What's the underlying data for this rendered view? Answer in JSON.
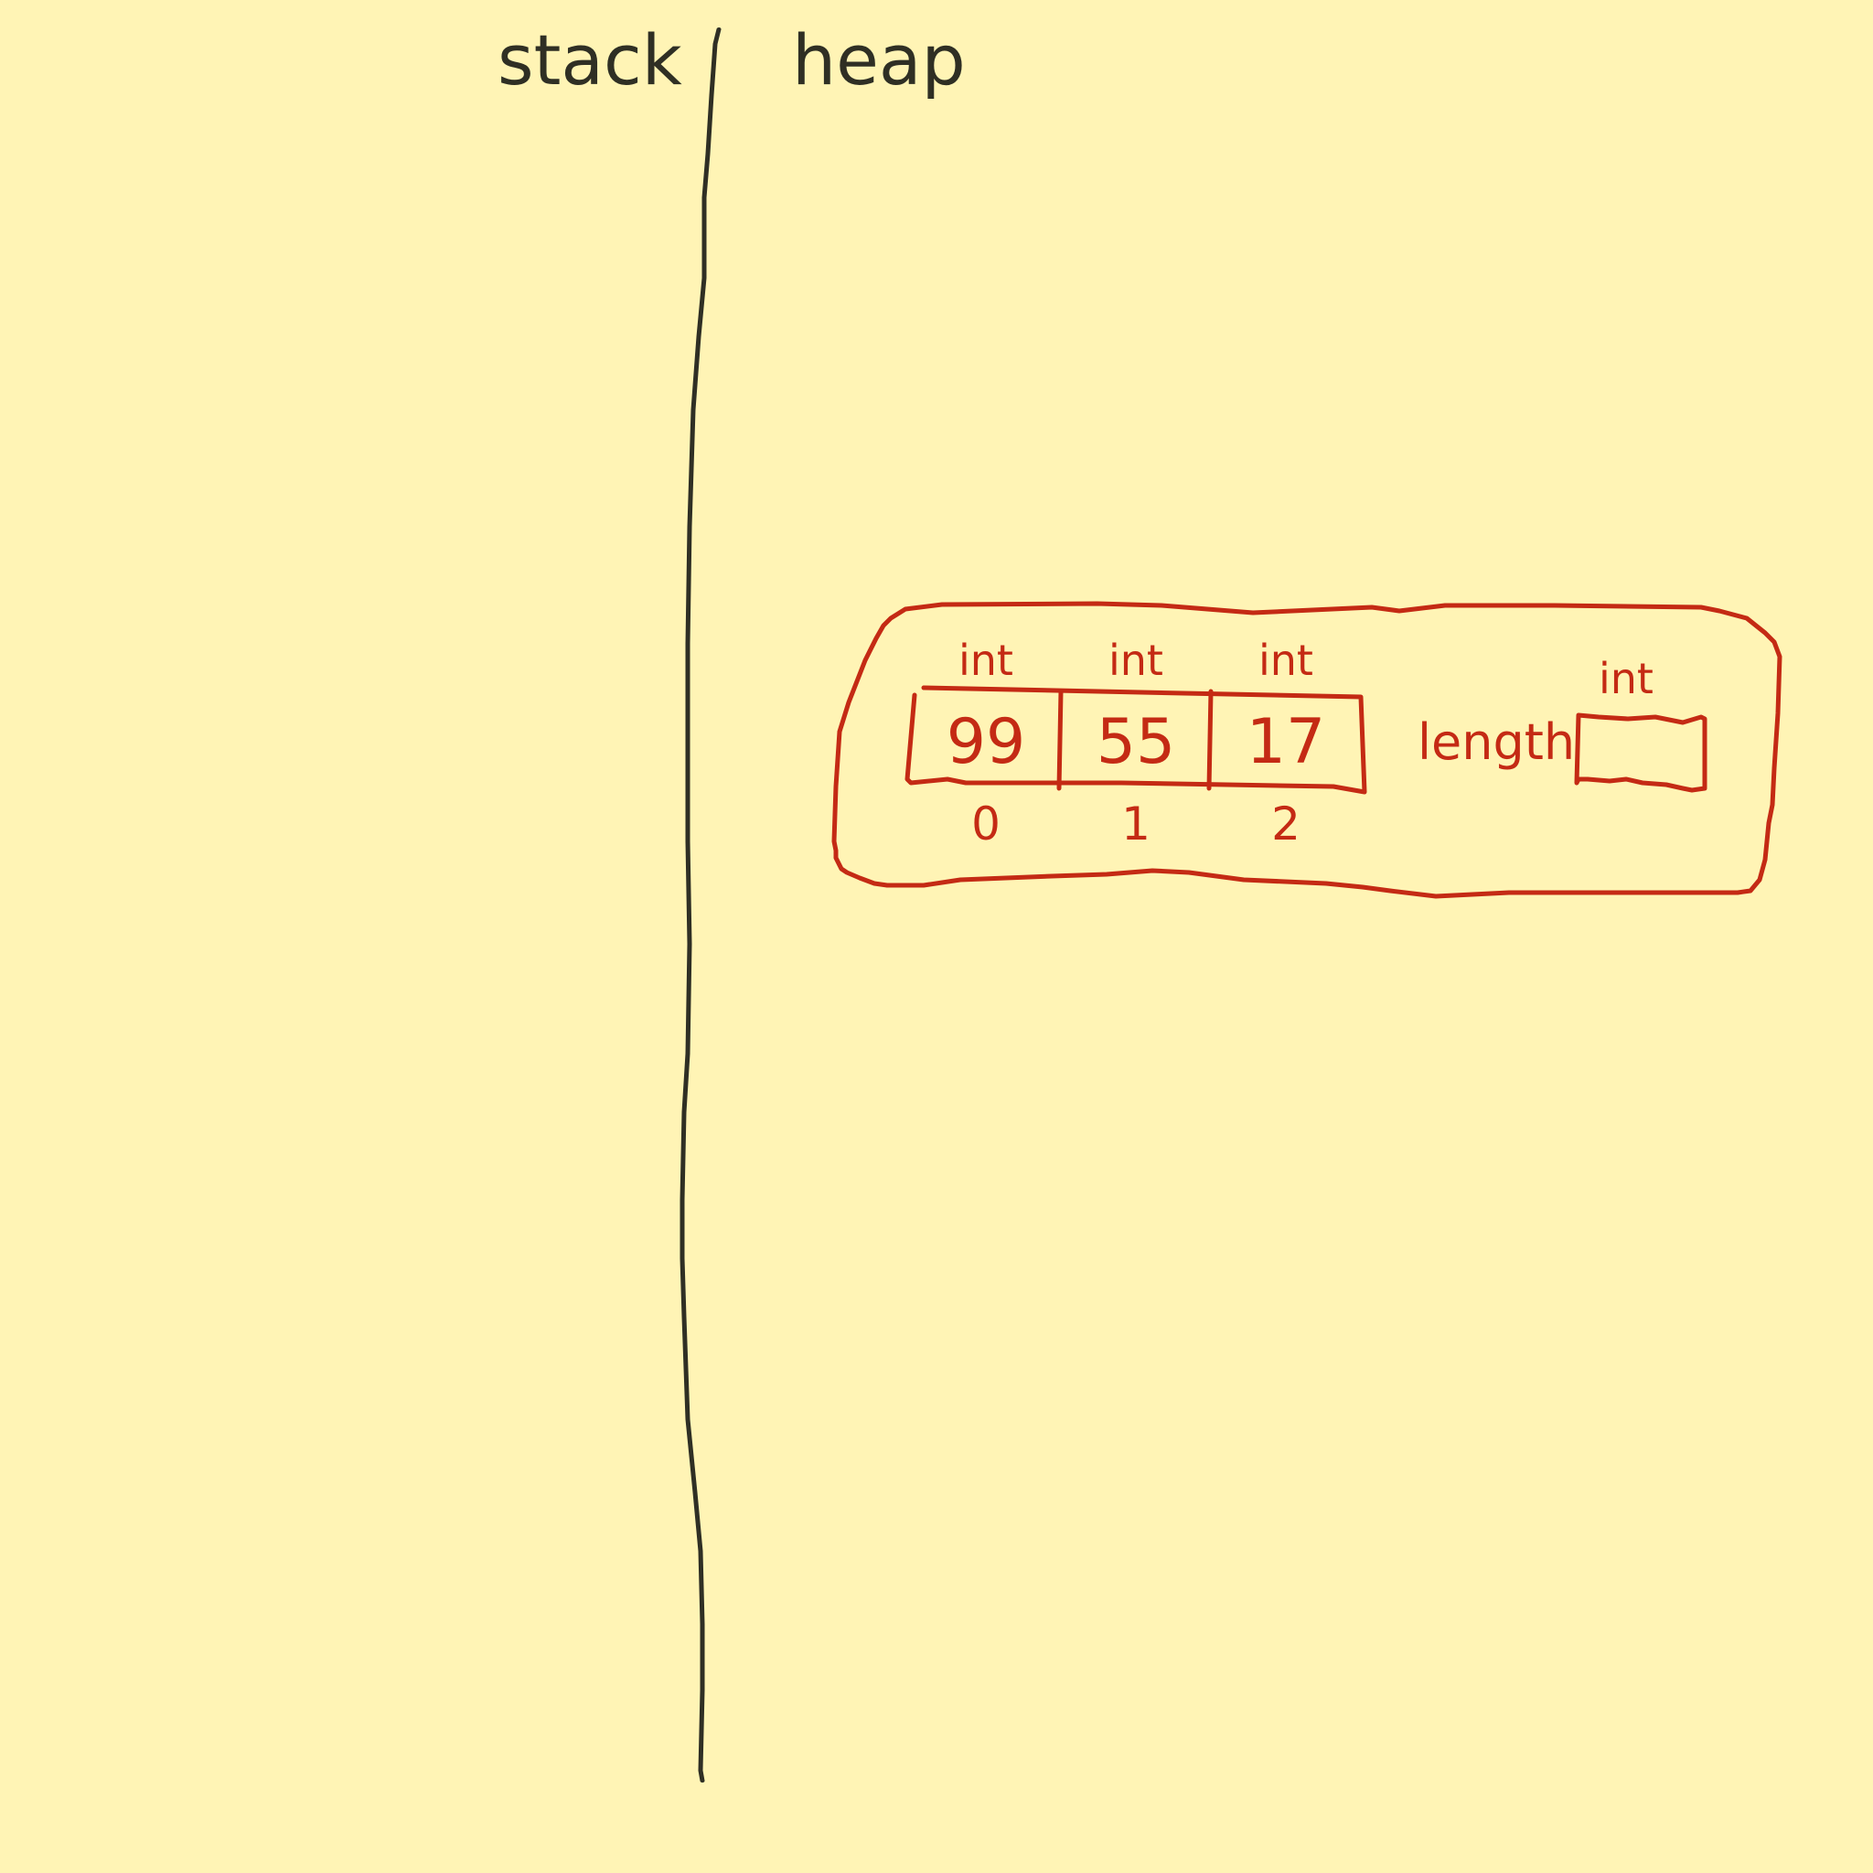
{
  "regions": {
    "stack_label": "stack",
    "heap_label": "heap"
  },
  "array_object": {
    "cells": [
      {
        "type": "int",
        "value": "99",
        "index": "0"
      },
      {
        "type": "int",
        "value": "55",
        "index": "1"
      },
      {
        "type": "int",
        "value": "17",
        "index": "2"
      }
    ],
    "length_field": {
      "label": "length",
      "type": "int",
      "value": ""
    }
  },
  "colors": {
    "background": "#fff4b5",
    "divider_ink": "#2f2f24",
    "object_ink": "#c42a14"
  }
}
